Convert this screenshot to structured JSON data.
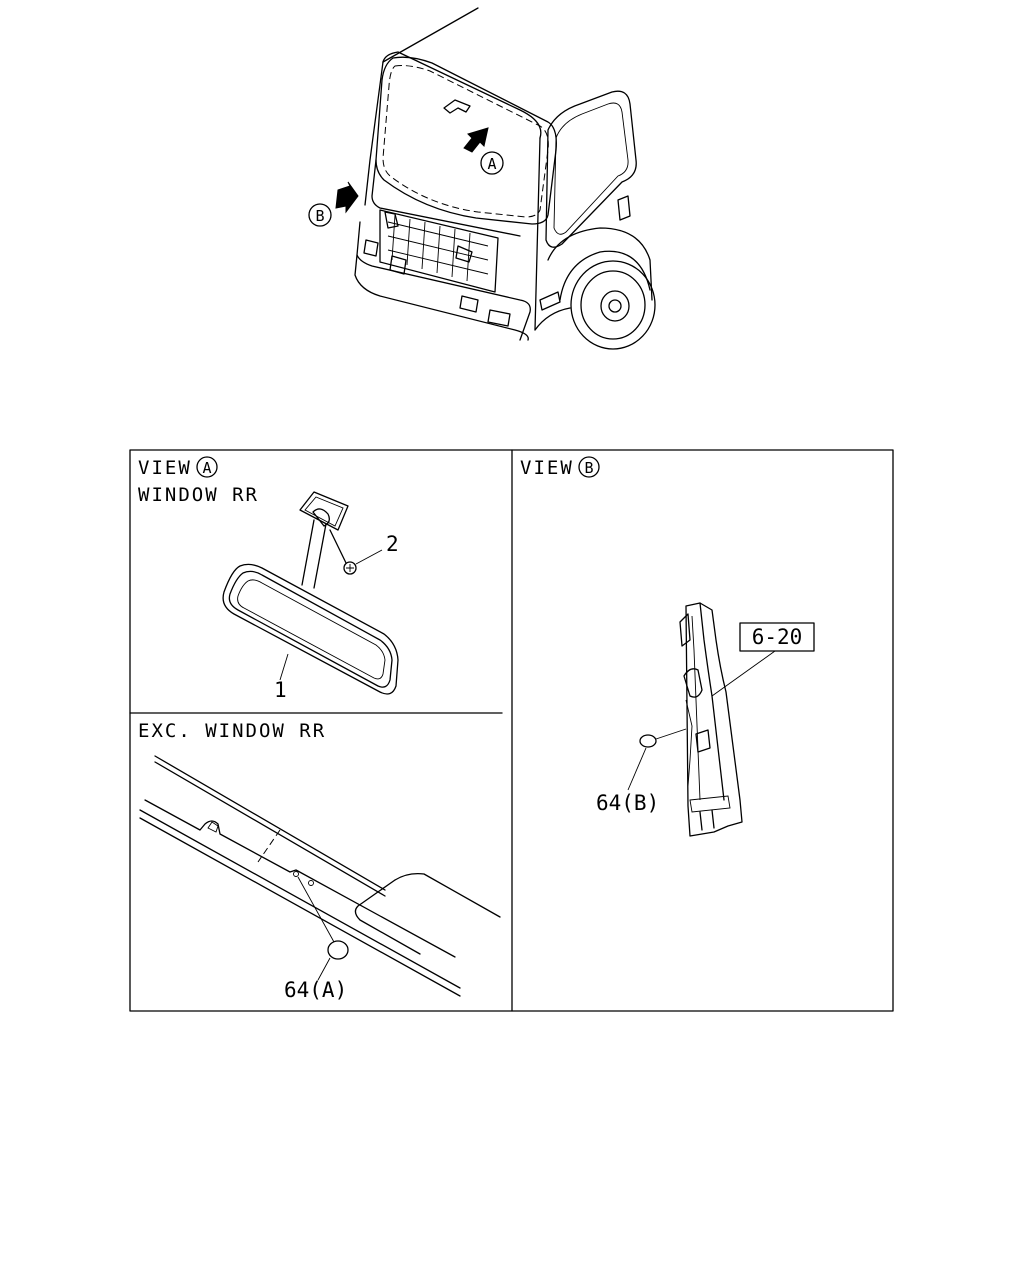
{
  "overview": {
    "marker_a": "A",
    "marker_b": "B"
  },
  "panel_a": {
    "view_prefix": "VIEW",
    "view_marker": "A",
    "window_rr_label": "WINDOW RR",
    "part_mirror": "1",
    "part_screw": "2",
    "exc_window_rr_label": "EXC. WINDOW RR",
    "part_plug_a": "64(A)"
  },
  "panel_b": {
    "view_prefix": "VIEW",
    "view_marker": "B",
    "ref_box": "6-20",
    "part_plug_b": "64(B)"
  }
}
